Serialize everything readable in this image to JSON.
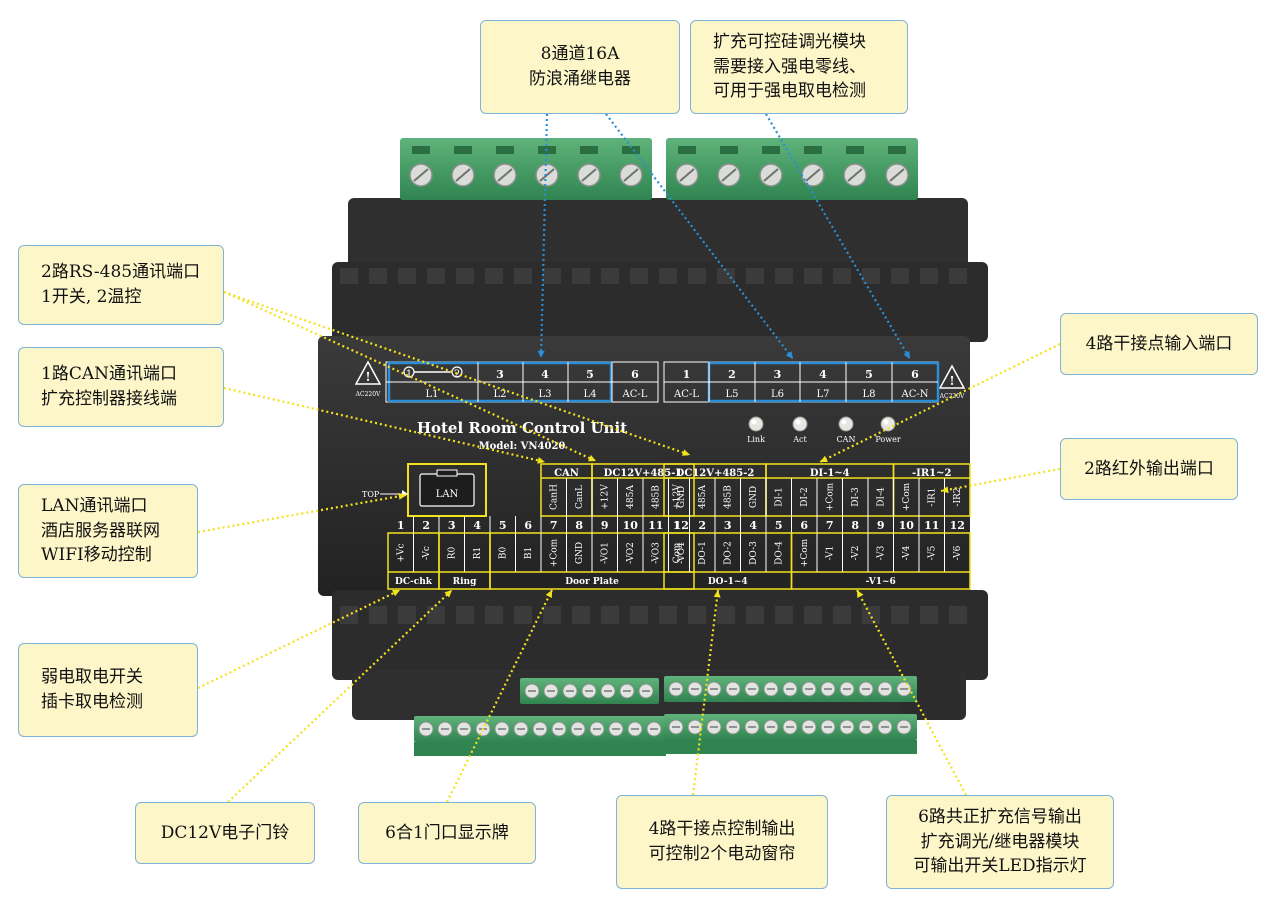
{
  "callouts": {
    "relay": [
      "8通道16A",
      "防浪涌继电器"
    ],
    "dimmer": [
      "扩充可控硅调光模块",
      "需要接入强电零线、",
      "可用于强电取电检测"
    ],
    "rs485": [
      "2路RS-485通讯端口",
      "1开关, 2温控"
    ],
    "can": [
      "1路CAN通讯端口",
      "扩充控制器接线端"
    ],
    "lan": [
      "LAN通讯端口",
      "酒店服务器联网",
      "WIFI移动控制"
    ],
    "card": [
      "弱电取电开关",
      "插卡取电检测"
    ],
    "di": [
      "4路干接点输入端口"
    ],
    "ir": [
      "2路红外输出端口"
    ],
    "doorbell": [
      "DC12V电子门铃"
    ],
    "doorplate": [
      "6合1门口显示牌"
    ],
    "do": [
      "4路干接点控制输出",
      "可控制2个电动窗帘"
    ],
    "vout": [
      "6路共正扩充信号输出",
      "扩充调光/继电器模块",
      "可输出开关LED指示灯"
    ]
  },
  "device": {
    "title": "Hotel Room Control Unit",
    "model": "Model: VN4020",
    "top_label": "TOP",
    "lan_label": "LAN",
    "warning_left": "AC220V",
    "warning_right": "AC220V",
    "leds": [
      "Link",
      "Act",
      "CAN",
      "Power"
    ],
    "upper_left_numbers": [
      "1",
      "2",
      "3",
      "4",
      "5",
      "6"
    ],
    "upper_left_labels": [
      "L1",
      "L2",
      "L3",
      "L4",
      "AC-L"
    ],
    "upper_right_numbers": [
      "1",
      "2",
      "3",
      "4",
      "5",
      "6"
    ],
    "upper_right_labels": [
      "AC-L",
      "L5",
      "L6",
      "L7",
      "L8",
      "AC-N"
    ],
    "group_headers": {
      "can": "CAN",
      "rs485_1": "DC12V+485-1",
      "rs485_2": "DC12V+485-2",
      "di": "DI-1~4",
      "ir": "-IR1~2"
    },
    "left_pin_numbers": [
      "1",
      "2",
      "3",
      "4",
      "5",
      "6",
      "7",
      "8",
      "9",
      "10",
      "11",
      "12"
    ],
    "left_top_labels": [
      "CanH",
      "CanL",
      "+12V",
      "485A",
      "485B",
      "GND"
    ],
    "left_bottom_labels": [
      "+Vc",
      "-Vc",
      "R0",
      "R1",
      "B0",
      "B1",
      "+Com",
      "GND",
      "-VO1",
      "-VO2",
      "-VO3",
      "-VO4"
    ],
    "left_footer": [
      "DC-chk",
      "Ring",
      "Door Plate"
    ],
    "right_top_labels": [
      "+12V",
      "485A",
      "485B",
      "GND",
      "DI-1",
      "DI-2",
      "+Com",
      "DI-3",
      "DI-4",
      "+Com",
      "-IR1",
      "-IR2"
    ],
    "right_pin_numbers": [
      "1",
      "2",
      "3",
      "4",
      "5",
      "6",
      "7",
      "8",
      "9",
      "10",
      "11",
      "12"
    ],
    "right_bottom_labels": [
      "Com",
      "DO-1",
      "DO-2",
      "DO-3",
      "DO-4",
      "+Com",
      "-V1",
      "-V2",
      "-V3",
      "-V4",
      "-V5",
      "-V6"
    ],
    "right_footer": [
      "DO-1~4",
      "-V1~6"
    ]
  },
  "colors": {
    "callout_bg": "#fdf6c9",
    "callout_border": "#7fb2d8",
    "highlight_yellow": "#f2e21d",
    "highlight_blue": "#2a8fd6",
    "terminal_green": "#3f9a5e",
    "housing": "#2b2b2c"
  }
}
